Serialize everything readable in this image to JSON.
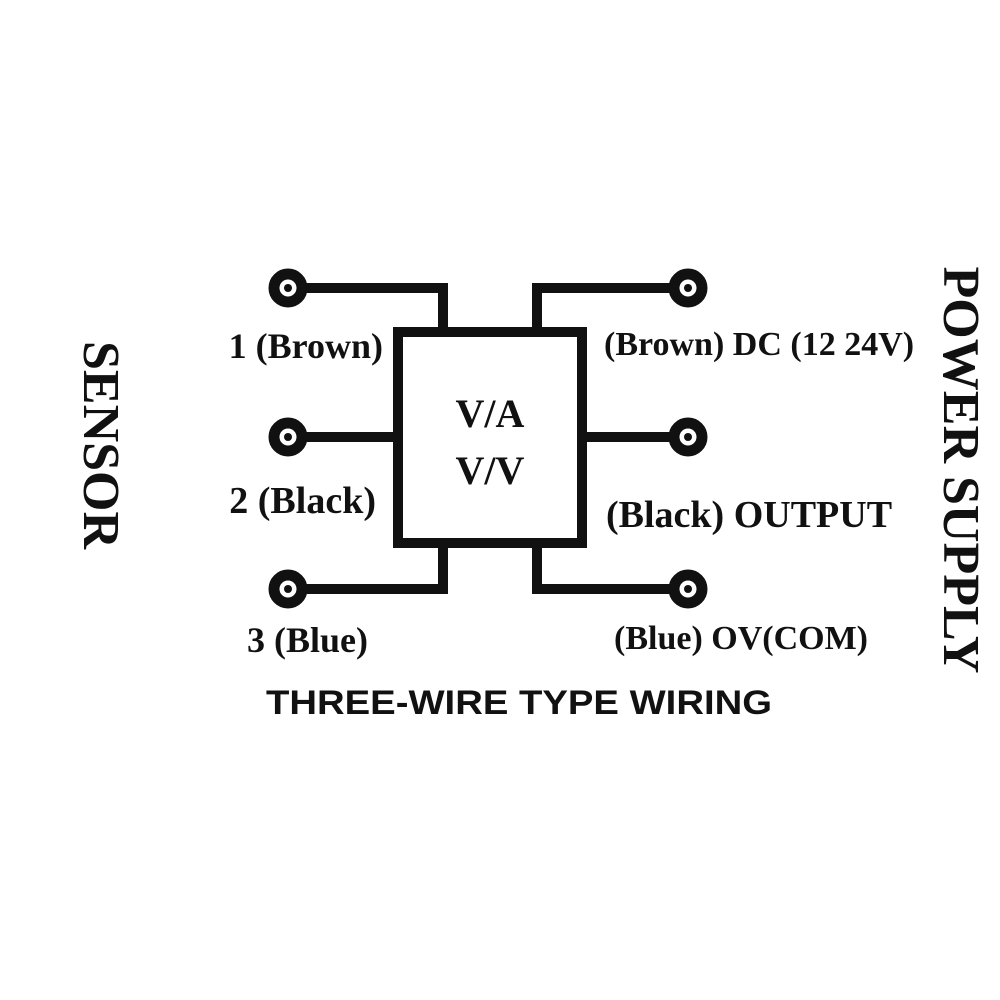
{
  "sensor_label": "SENSOR",
  "power_label": "POWER SUPPLY",
  "box_lines": [
    "V/A",
    "V/V"
  ],
  "left_pins": [
    "1 (Brown)",
    "2 (Black)",
    "3 (Blue)"
  ],
  "right_pins": [
    "(Brown) DC (12  24V)",
    "(Black) OUTPUT",
    "(Blue) OV(COM)"
  ],
  "caption": "THREE-WIRE TYPE WIRING",
  "colors": {
    "ink": "#111111",
    "background": "#ffffff"
  }
}
